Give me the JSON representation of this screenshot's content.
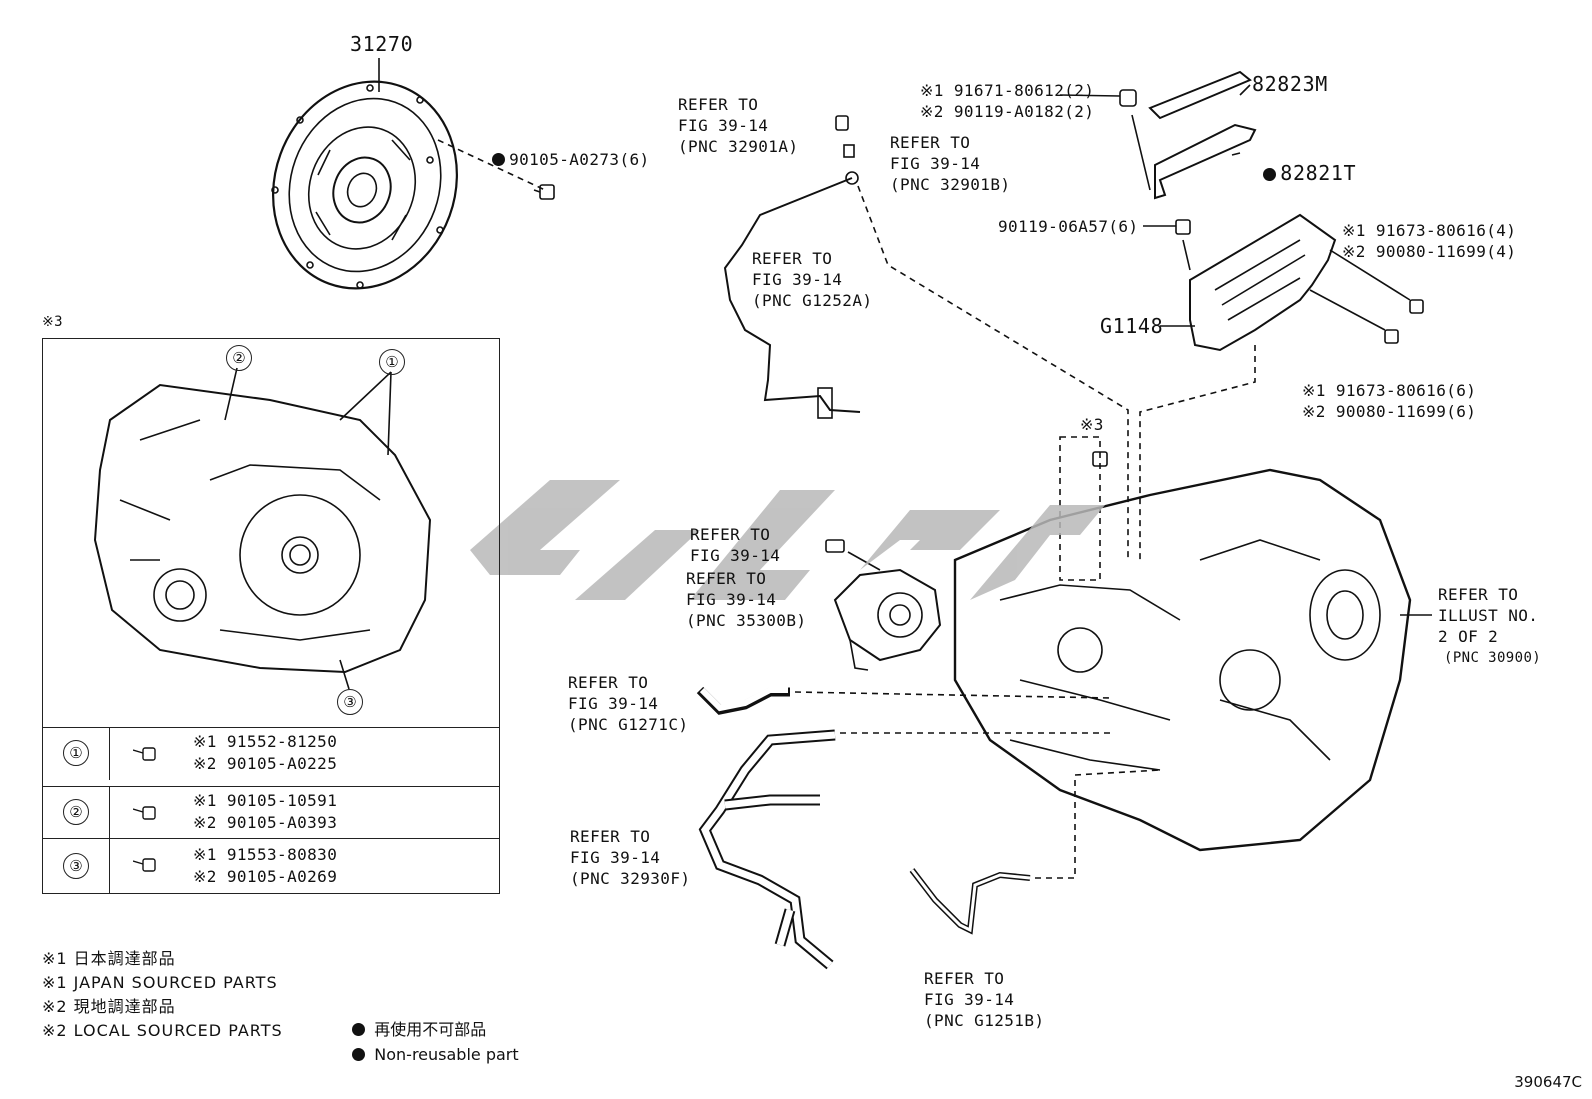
{
  "parts": {
    "clutch": "31270",
    "bolt_clutch": "90105-A0273(6)",
    "bracket_top": "82823M",
    "bracket": "82821T",
    "bolt_bracket_1": "※1 91671-80612(2)",
    "bolt_bracket_2": "※2 90119-A0182(2)",
    "bolt_ecu": "90119-06A57(6)",
    "ecu": "G1148",
    "bolt_ecu_right_1": "※1 91673-80616(4)",
    "bolt_ecu_right_2": "※2 90080-11699(4)",
    "bolt_ecu_low_1": "※1 91673-80616(6)",
    "bolt_ecu_low_2": "※2 90080-11699(6)",
    "inset_ref": "※3",
    "bolt_ref3": "※3"
  },
  "refs": {
    "r1": "REFER TO\nFIG 39-14\n(PNC 32901A)",
    "r2": "REFER TO\nFIG 39-14\n(PNC 32901B)",
    "r3": "REFER TO\nFIG 39-14\n(PNC G1252A)",
    "r4": "REFER TO\nFIG 39-14",
    "r5": "REFER TO\nFIG 39-14\n(PNC 35300B)",
    "r6": "REFER TO\nFIG 39-14\n(PNC G1271C)",
    "r7": "REFER TO\nFIG 39-14\n(PNC 32930F)",
    "r8": "REFER TO\nFIG 39-14\n(PNC G1251B)",
    "r9": "REFER TO\nILLUST NO.\n2 OF 2",
    "r9_pnc": "(PNC 30900)"
  },
  "inset": {
    "callouts": [
      "①",
      "②",
      "③"
    ],
    "rows": [
      {
        "num": "①",
        "p1": "※1 91552-81250",
        "p2": "※2 90105-A0225"
      },
      {
        "num": "②",
        "p1": "※1 90105-10591",
        "p2": "※2 90105-A0393"
      },
      {
        "num": "③",
        "p1": "※1 91553-80830",
        "p2": "※2 90105-A0269"
      }
    ]
  },
  "legend": {
    "l1": "※1 日本調達部品",
    "l2": "※1 JAPAN SOURCED PARTS",
    "l3": "※2 現地調達部品",
    "l4": "※2 LOCAL SOURCED PARTS",
    "n1": "再使用不可部品",
    "n2": "Non-reusable part"
  },
  "figure_code": "390647C"
}
